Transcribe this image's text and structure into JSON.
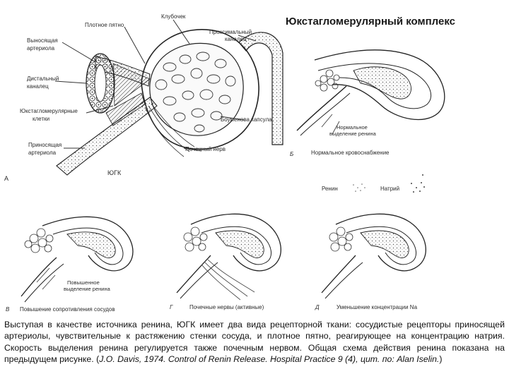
{
  "title": "Юкстагломерулярный комплекс",
  "figure_a": {
    "letter": "А",
    "name": "ЮГК",
    "labels": {
      "glomerulus": "Клубочек",
      "macula_densa": "Плотное пятно",
      "proximal_tubule_1": "Проксимальный",
      "proximal_tubule_2": "каналец",
      "efferent_1": "Выносящая",
      "efferent_2": "артериола",
      "distal_1": "Дистальный",
      "distal_2": "каналец",
      "jg_cells_1": "Юкстагломерулярные",
      "jg_cells_2": "клетки",
      "afferent_1": "Приносящая",
      "afferent_2": "артериола",
      "bowman": "Боуменова капсула",
      "renal_nerve": "Почечный нерв"
    }
  },
  "figure_b": {
    "letter": "Б",
    "caption": "Нормальное кровоснабжение",
    "secretion_1": "Нормальное",
    "secretion_2": "выделение ренина"
  },
  "legend": {
    "renin": "Ренин",
    "sodium": "Натрий"
  },
  "figure_v": {
    "letter": "В",
    "caption": "Повышение сопротивления сосудов",
    "secretion_1": "Повышенное",
    "secretion_2": "выделение ренина"
  },
  "figure_g": {
    "letter": "Г",
    "caption": "Почечные нервы (активные)"
  },
  "figure_d": {
    "letter": "Д",
    "caption": "Уменьшение концентрации Na"
  },
  "caption": {
    "text": "Выступая в качестве источника ренина, ЮГК имеет два вида рецепторной ткани: сосудистые рецепторы приносящей артериолы, чувствительные к растяжению стенки сосуда, и плотное пятно, реагирующее на концентрацию натрия. Скорость выделения ренина регулируется также почечным нервом. Общая схема действия ренина показана на предыдущем рисунке. (",
    "citation": "J.O. Davis, 1974. Control of Renin Release. Hospital Practice 9 (4), цит. по: Alan Iselin.",
    "end": ")"
  }
}
